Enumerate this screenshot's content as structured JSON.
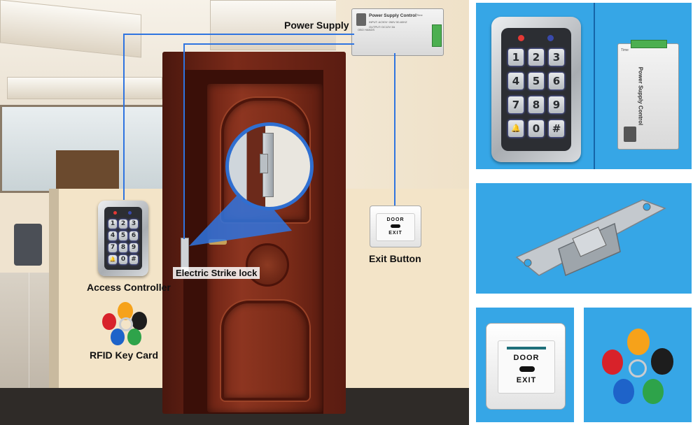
{
  "labels": {
    "power_supply": "Power Supply",
    "access_controller": "Access Controller",
    "rfid_key_card": "RFID Key Card",
    "electric_strike_lock": "Electric Strike lock",
    "exit_button": "Exit Button"
  },
  "keypad_keys": [
    "1",
    "2",
    "3",
    "4",
    "5",
    "6",
    "7",
    "8",
    "9",
    "🔔",
    "0",
    "#"
  ],
  "power_supply_device": {
    "title": "Power Supply Control",
    "input": "INPUT: AC90V~260V 50-60HZ",
    "output": "OUTPUT: DC12V 3A",
    "brand": "OBO HANDS",
    "timer": "Time"
  },
  "exit_button_device": {
    "line1": "DOOR",
    "line2": "EXIT"
  },
  "colors": {
    "panel_blue": "#36a6e6",
    "wire_blue": "#2f74e0",
    "door_brown": "#7a2b18",
    "tag_colors": [
      "#f6a21a",
      "#1d1d1d",
      "#2ea34a",
      "#1e63c9",
      "#d8222a"
    ]
  }
}
